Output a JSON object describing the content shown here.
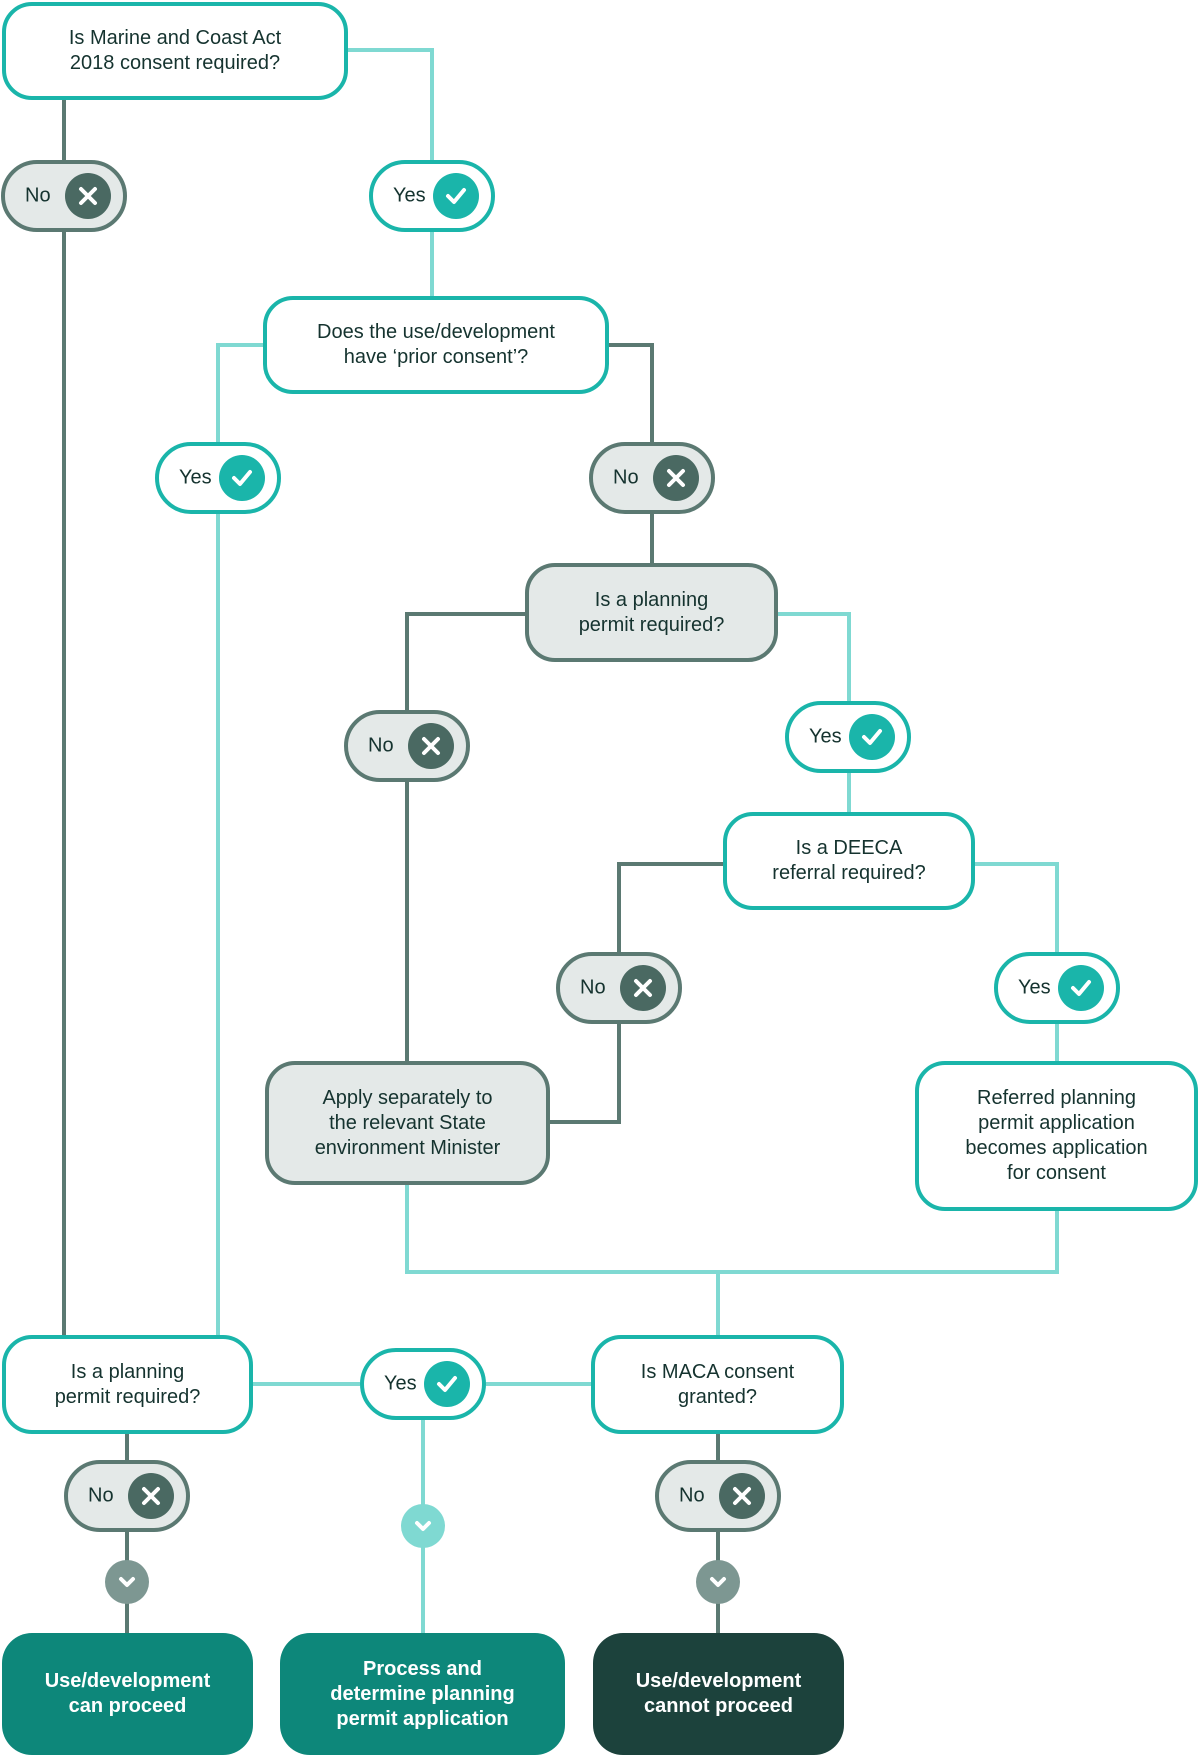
{
  "colors": {
    "teal": "#1ab5aa",
    "light_teal": "#7fd9d2",
    "grey_line": "#5b7972",
    "grey_fill": "#e4e9e8",
    "dark_badge": "#4a6962",
    "proceed_fill": "#0d877a",
    "cannot_fill": "#1c423c"
  },
  "nodes": {
    "q_maca_act": "Is Marine and Coast Act\n2018 consent required?",
    "q_prior_consent": "Does the use/development\nhave ‘prior consent’?",
    "q_planning_permit_upper": "Is a planning\npermit required?",
    "q_deeca_referral": "Is a DEECA\nreferral required?",
    "apply_separately": "Apply separately to\nthe relevant State\nenvironment Minister",
    "referred_application": "Referred planning\npermit application\nbecomes application\nfor consent",
    "q_planning_permit_lower": "Is a planning\npermit required?",
    "q_maca_granted": "Is MACA consent\ngranted?",
    "out_can_proceed": "Use/development\ncan proceed",
    "out_process_permit": "Process and\ndetermine planning\npermit application",
    "out_cannot_proceed": "Use/development\ncannot proceed"
  },
  "answers": {
    "yes": "Yes",
    "no": "No"
  },
  "icons": {
    "yes_badge": "check-icon",
    "no_badge": "cross-icon",
    "arrow": "chevron-down-icon"
  }
}
